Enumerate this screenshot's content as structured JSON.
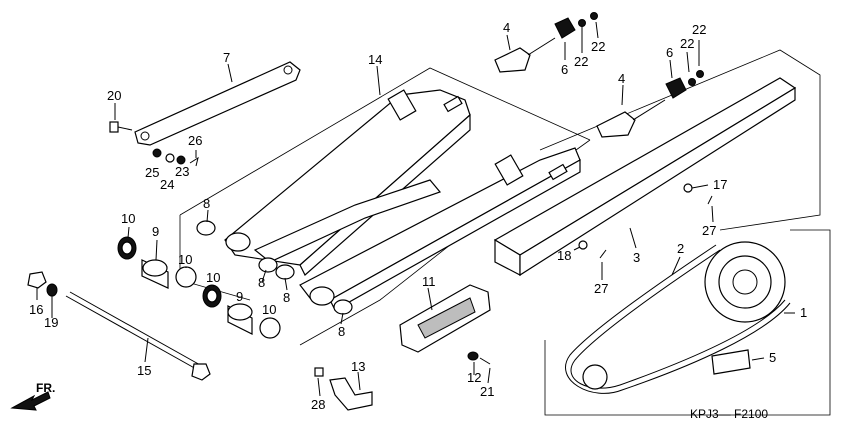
{
  "diagram_code": "KPJ3—  F2100",
  "direction_label": "FR.",
  "callouts": {
    "c1": "1",
    "c2": "2",
    "c3": "3",
    "c4a": "4",
    "c4b": "4",
    "c5": "5",
    "c6a": "6",
    "c6b": "6",
    "c7": "7",
    "c8a": "8",
    "c8b": "8",
    "c8c": "8",
    "c8d": "8",
    "c9a": "9",
    "c9b": "9",
    "c10a": "10",
    "c10b": "10",
    "c10c": "10",
    "c10d": "10",
    "c11": "11",
    "c12": "12",
    "c13": "13",
    "c14": "14",
    "c15": "15",
    "c16": "16",
    "c17": "17",
    "c18": "18",
    "c19": "19",
    "c20": "20",
    "c21": "21",
    "c22a": "22",
    "c22b": "22",
    "c22c": "22",
    "c22d": "22",
    "c23": "23",
    "c24": "24",
    "c25": "25",
    "c26": "26",
    "c27a": "27",
    "c27b": "27",
    "c28": "28"
  }
}
